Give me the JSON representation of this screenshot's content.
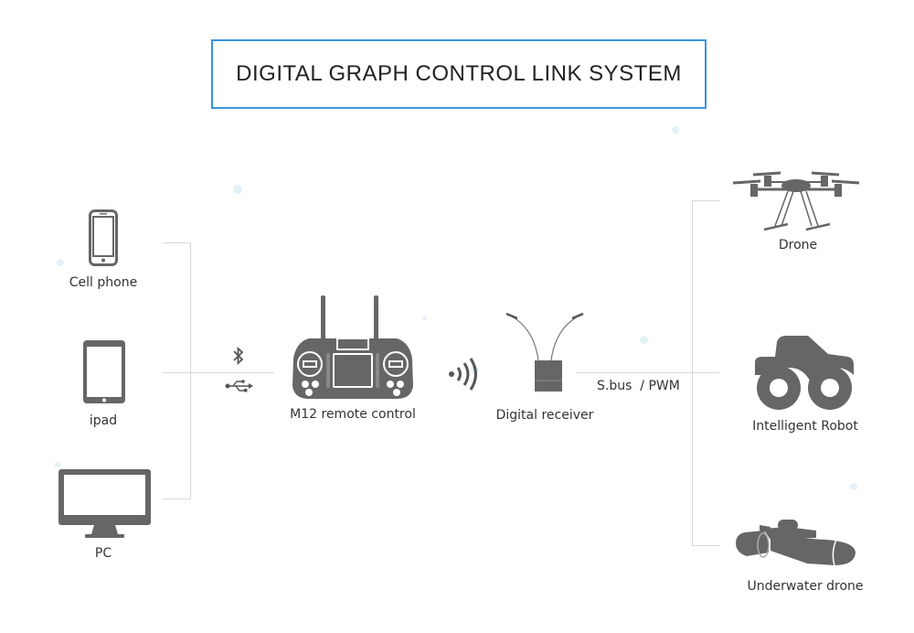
{
  "title": "DIGITAL GRAPH CONTROL LINK SYSTEM",
  "colors": {
    "accent": "#3a95dc",
    "icon": "#666666",
    "line": "#d8d8d8"
  },
  "inputs": [
    {
      "label": "Cell phone",
      "icon": "smartphone-icon"
    },
    {
      "label": "ipad",
      "icon": "tablet-icon"
    },
    {
      "label": "PC",
      "icon": "monitor-icon"
    }
  ],
  "connection_icons": [
    "bluetooth-icon",
    "usb-icon"
  ],
  "controller": {
    "label": "M12 remote control",
    "icon": "remote-controller-icon"
  },
  "wireless_icon": "wireless-signal-icon",
  "receiver": {
    "label": "Digital receiver",
    "icon": "receiver-icon"
  },
  "output_protocol": "S.bus  / PWM",
  "outputs": [
    {
      "label": "Drone",
      "icon": "drone-icon"
    },
    {
      "label": "Intelligent Robot",
      "icon": "robot-car-icon"
    },
    {
      "label": "Underwater drone",
      "icon": "underwater-drone-icon"
    }
  ]
}
